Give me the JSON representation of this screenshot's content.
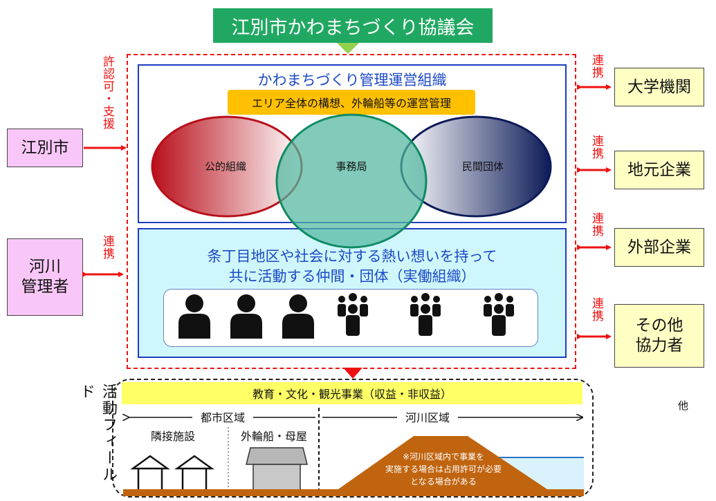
{
  "header": {
    "title": "江別市かわまちづくり協議会"
  },
  "left": {
    "permission_label": "許認可・支援",
    "city_box": "江別市",
    "river_label": "連携",
    "river_box_line1": "河川",
    "river_box_line2": "管理者"
  },
  "right": {
    "items": [
      {
        "link_label": "連携",
        "box_label": "大学機関"
      },
      {
        "link_label": "連携",
        "box_label": "地元企業"
      },
      {
        "link_label": "連携",
        "box_label": "外部企業"
      },
      {
        "link_label": "連携",
        "box_label_line1": "その他",
        "box_label_line2": "協力者"
      }
    ]
  },
  "org": {
    "title": "かわまちづくり管理運営組織",
    "band": "エリア全体の構想、外輪船等の運営管理",
    "circles": {
      "left": "公的組織",
      "center": "事務局",
      "right": "民間団体"
    }
  },
  "working": {
    "line1": "条丁目地区や社会に対する熱い想いを持って",
    "line2": "共に活動する仲間・団体（実働組織）"
  },
  "field": {
    "vertical_label": "活動フィールド",
    "band": "教育・文化・観光事業（収益・非収益）",
    "city_area": "都市区域",
    "river_area": "河川区域",
    "adjacent": "隣接施設",
    "paddle": "外輪船・母屋",
    "note_line1": "※河川区域内で事業を",
    "note_line2": "実施する場合は占用許可が必要",
    "note_line3": "となる場合がある",
    "other": "他"
  },
  "colors": {
    "title_bg": "#20a862",
    "red": "#ee1111",
    "blue": "#1c3dbd",
    "pink": "#f9c7f7",
    "pale_yellow": "#ffffc4",
    "cyan": "#cff7fb",
    "orange": "#ffc000",
    "yellow": "#ffff66",
    "ground": "#c0640f"
  }
}
